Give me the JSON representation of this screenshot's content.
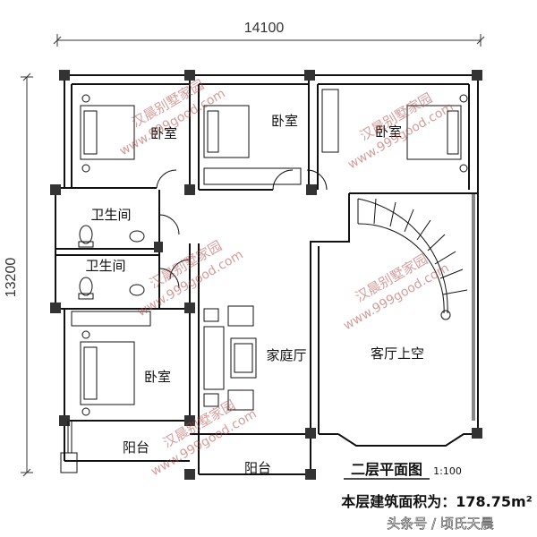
{
  "dimensions": {
    "width": "14100",
    "height": "13200"
  },
  "rooms": {
    "bedroom_top_left": "卧室",
    "bedroom_top_mid": "卧室",
    "bedroom_top_right": "卧室",
    "bedroom_bottom_left": "卧室",
    "bathroom_1": "卫生间",
    "bathroom_2": "卫生间",
    "family_hall": "家庭厅",
    "living_void": "客厅上空",
    "balcony_left": "阳台",
    "balcony_bottom": "阳台"
  },
  "plan": {
    "title": "二层平面图",
    "scale": "1:100",
    "area_label": "本层建筑面积为：178.75m²"
  },
  "watermarks": [
    {
      "brand": "汉晨别墅家园",
      "url": "www.999good.com"
    },
    {
      "brand": "汉晨别墅家园",
      "url": "www.999good.com"
    },
    {
      "brand": "汉晨别墅家园",
      "url": "www.999good.com"
    },
    {
      "brand": "汉晨别墅家园",
      "url": "www.999good.com"
    },
    {
      "brand": "汉晨别墅家园",
      "url": "www.999good.com"
    }
  ],
  "credit": "头条号 / 顷氏天晨"
}
